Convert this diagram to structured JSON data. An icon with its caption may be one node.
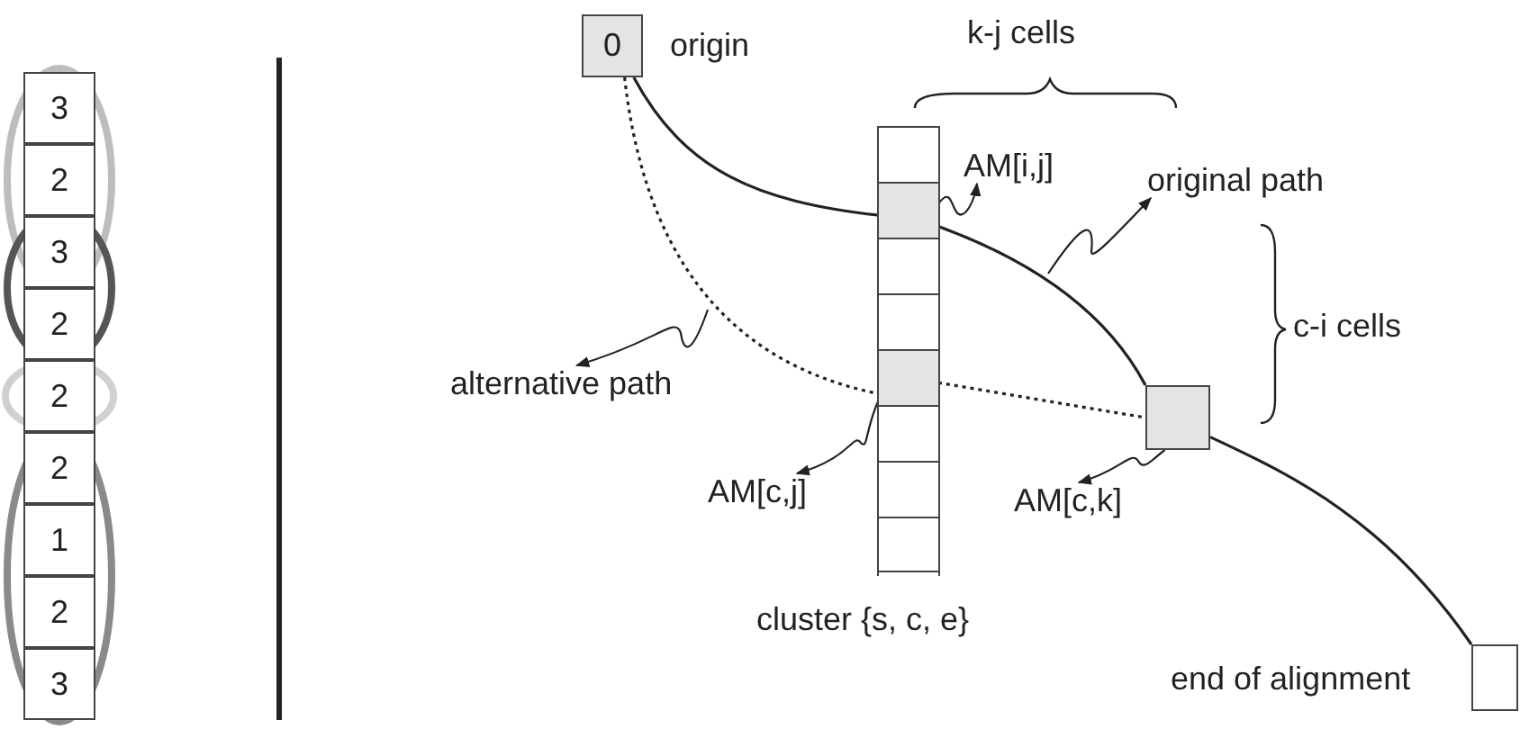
{
  "diagram": {
    "nodes": [
      {
        "text": [
          "3"
        ]
      },
      {
        "text": [
          "2"
        ]
      },
      {
        "text": [
          "3"
        ]
      },
      {
        "text": [
          "2"
        ]
      },
      {
        "text": [
          "2"
        ]
      },
      {
        "text": [
          "2"
        ]
      },
      {
        "text": [
          "1"
        ]
      },
      {
        "text": [
          "2"
        ]
      },
      {
        "text": [
          "3"
        ]
      },
      {
        "text": [
          "0"
        ],
        "beside": [
          "origin"
        ]
      },
      {
        "text": [],
        "shape": "bar",
        "beside": [
          "cluster {s, c, e}"
        ]
      },
      {
        "text": [],
        "shape": "box",
        "in": 10
      },
      {
        "text": [],
        "shape": "box",
        "in": 10
      },
      {
        "text": [],
        "shape": "box",
        "in": 10
      },
      {
        "text": [],
        "shape": "box",
        "in": 10
      },
      {
        "text": [],
        "shape": "box",
        "in": 10
      },
      {
        "text": [],
        "shape": "box",
        "in": 10
      },
      {
        "text": [],
        "shape": "box",
        "in": 10
      },
      {
        "text": [],
        "shape": "box",
        "in": 10
      },
      {
        "text": [
          "AM[i,j]"
        ]
      },
      {
        "text": [
          "original path"
        ]
      },
      {
        "text": [
          "alternative path"
        ]
      },
      {
        "text": [],
        "shape": "box"
      },
      {
        "text": [
          "AM[c,j]"
        ]
      },
      {
        "text": [
          "AM[c,k]"
        ]
      },
      {
        "text": [],
        "shape": "box",
        "beside": [
          "end of alignment"
        ]
      }
    ],
    "edges": [
      {
        "from": 9,
        "to": 12,
        "arrow": "none"
      },
      {
        "from": 12,
        "to": 22,
        "arrow": "none"
      },
      {
        "from": 9,
        "to": 15,
        "arrow": "none",
        "style": "dashed"
      },
      {
        "from": 15,
        "to": 22,
        "arrow": "none",
        "style": "dashed"
      },
      {
        "from": 22,
        "to": 25,
        "arrow": "none"
      },
      {
        "from": 12,
        "to": 19,
        "arrow": "to"
      },
      {
        "from": null,
        "to": 20,
        "arrow": "to"
      },
      {
        "from": null,
        "to": 21,
        "arrow": "to"
      },
      {
        "from": 15,
        "to": 23,
        "arrow": "to"
      },
      {
        "from": 22,
        "to": 24,
        "arrow": "to"
      }
    ],
    "labels": [
      "k-j cells",
      "c-i cells"
    ]
  }
}
